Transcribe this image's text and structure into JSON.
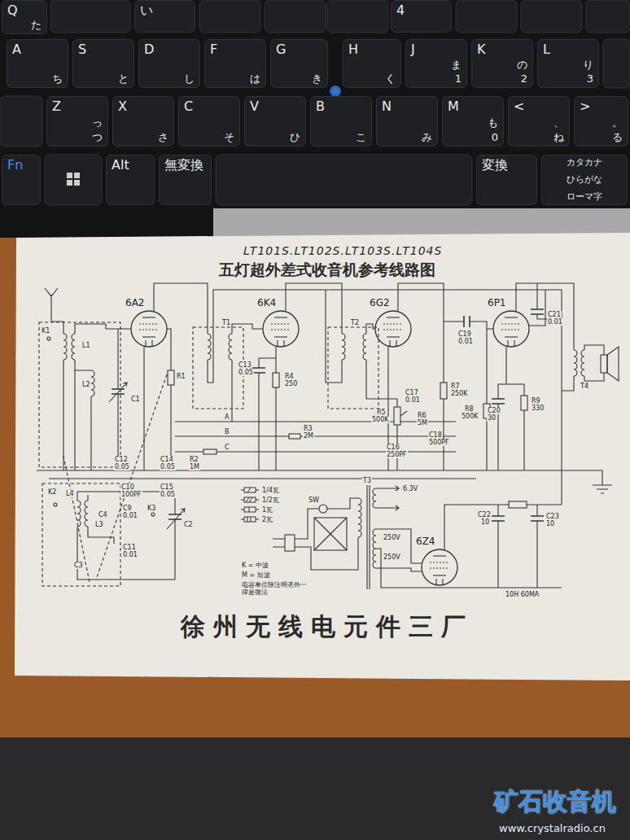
{
  "diagram": {
    "title": "五灯超外差式收音机参考线路图",
    "caption": "徐州无线电元件三厂",
    "nodes": [
      {
        "text": [
          "Q",
          "た"
        ]
      },
      {
        "text": [
          "い"
        ]
      },
      {
        "text": [
          "4"
        ]
      },
      {
        "text": [
          "A",
          "ち"
        ]
      },
      {
        "text": [
          "S",
          "と"
        ]
      },
      {
        "text": [
          "D",
          "し"
        ]
      },
      {
        "text": [
          "F",
          "は"
        ]
      },
      {
        "text": [
          "G",
          "き"
        ]
      },
      {
        "text": [
          "H",
          "く"
        ]
      },
      {
        "text": [
          "J",
          "ま",
          "1"
        ]
      },
      {
        "text": [
          "K",
          "の",
          "2"
        ]
      },
      {
        "text": [
          "L",
          "り",
          "3"
        ]
      },
      {
        "text": [
          "Z",
          "っ",
          "つ"
        ]
      },
      {
        "text": [
          "X",
          "さ"
        ]
      },
      {
        "text": [
          "C",
          "そ"
        ]
      },
      {
        "text": [
          "V",
          "ひ"
        ]
      },
      {
        "text": [
          "B",
          "こ"
        ]
      },
      {
        "text": [
          "N",
          "み"
        ]
      },
      {
        "text": [
          "M",
          "も",
          "0"
        ]
      },
      {
        "text": [
          "<",
          "、",
          "ね"
        ]
      },
      {
        "text": [
          ">",
          "。",
          "る"
        ]
      },
      {
        "text": [
          "Fn"
        ]
      },
      {
        "text": [
          "Alt"
        ]
      },
      {
        "text": [
          "無変換"
        ]
      },
      {
        "text": [
          "変換"
        ]
      },
      {
        "text": [
          "カタカナ",
          "ひらがな",
          "ローマ字"
        ]
      },
      {
        "text": [
          "6A2"
        ]
      },
      {
        "text": [
          "6K4"
        ]
      },
      {
        "text": [
          "6G2"
        ]
      },
      {
        "text": [
          "6P1"
        ]
      },
      {
        "text": [
          "6Z4"
        ]
      }
    ],
    "labels": [
      "LT101S.LT102S.LT103S.LT104S",
      "T1",
      "T2",
      "C13",
      "0.05",
      "R4",
      "250",
      "C1",
      "R1",
      "A",
      "B",
      "C",
      "R2",
      "1M",
      "C14",
      "0.05",
      "C12",
      "0.05",
      "R3",
      "2M",
      "C17",
      "0.01",
      "R5",
      "500K",
      "R6",
      "5M",
      "C18",
      "500PF",
      "C16",
      "250PF",
      "C19",
      "0.01",
      "R7",
      "250K",
      "R8",
      "500K",
      "C20",
      "30",
      "R9",
      "330",
      "C21",
      "0.01",
      "T4",
      "C10",
      "100PF",
      "C15",
      "0.05",
      "K2",
      "L4",
      "C4",
      "C9",
      "0.01",
      "C11",
      "0.01",
      "C2",
      "K3",
      "K1",
      "L1",
      "L2",
      "L3",
      "C3",
      "SW",
      "T3",
      "6.3V",
      "250V",
      "250V",
      "C22",
      "10",
      "C23",
      "10",
      "10H 60MA",
      "K = 中波",
      "M = 短波",
      "电容单位除注明者外一律是微法",
      "矿石收音机",
      "www.crystalradio.cn"
    ],
    "legend": [
      {
        "text": "1/4瓦"
      },
      {
        "text": "1/2瓦"
      },
      {
        "text": "1瓦"
      },
      {
        "text": "2瓦"
      }
    ]
  }
}
